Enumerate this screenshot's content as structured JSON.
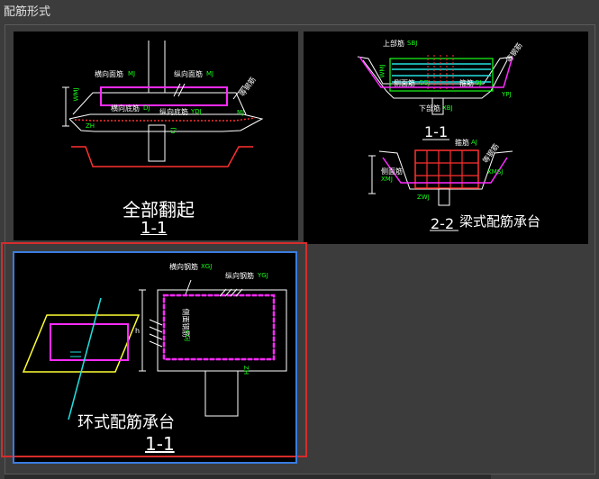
{
  "window": {
    "title": "配筋形式"
  },
  "options": [
    {
      "id": "full-turnup",
      "caption": "全部翻起",
      "section": "1-1",
      "labels": {
        "top_bar": "横向面筋",
        "top_bar_code": "MJ",
        "long_top": "纵向面筋",
        "long_top_code": "MJ",
        "bottom_bar": "横向底筋",
        "bottom_bar_code": "DJ",
        "long_bottom": "纵向底筋",
        "long_bottom_code": "YDJ",
        "tag": "等钢筋",
        "side_code": "MJ",
        "left_code": "WMJ",
        "post_code": "ZH",
        "pile_code": "CJ"
      }
    },
    {
      "id": "beam-cap",
      "caption": "梁式配筋承台",
      "sections": [
        "1-1",
        "2-2"
      ],
      "labels": {
        "upper": "上部筋",
        "upper_code": "SBJ",
        "side": "侧面筋",
        "side_code": "CGJ",
        "stirrup": "箍筋",
        "stirrup_code": "GJ",
        "lower": "下部筋",
        "lower_code": "XBJ",
        "hoop": "箍筋",
        "hoop_code": "AJ",
        "side2": "侧面筋",
        "side2_code": "XMJ",
        "tag": "等钢筋",
        "left_code": "WMJ",
        "right_code": "YPJ",
        "bot_code": "ZWJ",
        "bot2_code": "XMSJ"
      }
    },
    {
      "id": "ring-cap",
      "caption": "环式配筋承台",
      "section": "1-1",
      "selected": true,
      "labels": {
        "horizontal": "横向钢筋",
        "horizontal_code": "XGJ",
        "longitudinal": "纵向钢筋",
        "longitudinal_code": "YGJ",
        "side": "侧面钢筋",
        "side_code": "CGJ",
        "height_mark": "h",
        "bottom_code": "ZH"
      }
    }
  ],
  "colors": {
    "background": "#3c3c3c",
    "panel": "#000000",
    "selection_outer": "#d62c2c",
    "selection_inner": "#3a7ce0",
    "rebar_magenta": "#ff2bff",
    "rebar_red": "#ff3030",
    "dim_green": "#19ff19",
    "axis_cyan": "#22e0e0",
    "accent_yellow": "#ffff33"
  }
}
